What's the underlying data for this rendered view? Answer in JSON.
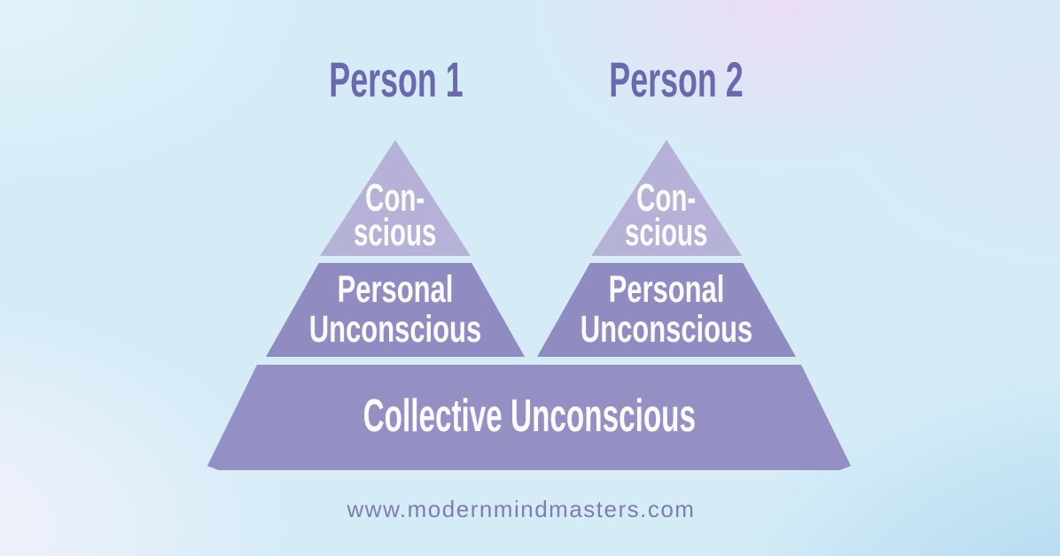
{
  "colors": {
    "bg": "#d5ecf7",
    "tier-light": "#b6b1d7",
    "tier-mid": "#908bc0",
    "tier-base": "#9590c4",
    "label-purple": "#6a69ae",
    "text-white": "#fbfafd",
    "watermark": "#7e7dac"
  },
  "persons": [
    {
      "label": "Person 1",
      "conscious": "Con-\nscious",
      "personal_unconscious": "Personal\nUnconscious"
    },
    {
      "label": "Person 2",
      "conscious": "Con-\nscious",
      "personal_unconscious": "Personal\nUnconscious"
    }
  ],
  "shared": {
    "collective_unconscious": "Collective Unconscious"
  },
  "footer": {
    "website": "www.modernmindmasters.com"
  }
}
